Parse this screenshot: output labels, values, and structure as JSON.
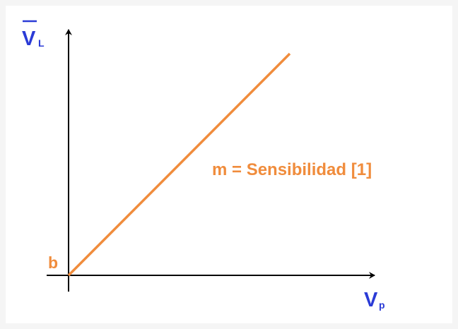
{
  "y_axis": {
    "symbol": "V",
    "subscript": "L",
    "overline": true
  },
  "x_axis": {
    "symbol": "V",
    "subscript": "p"
  },
  "intercept_label": "b",
  "slope_label": "m = Sensibilidad [1]",
  "colors": {
    "axis_label": "#2b3bd6",
    "line": "#f08c3c",
    "annotation": "#f08c3c",
    "axis": "#000000",
    "background": "#ffffff"
  }
}
